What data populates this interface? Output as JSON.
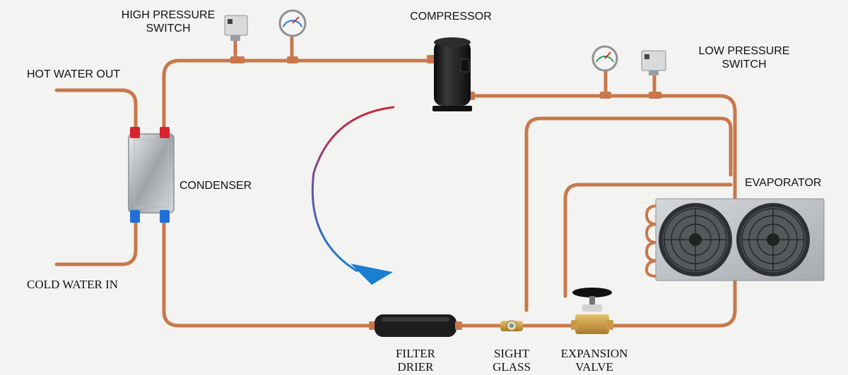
{
  "labels": {
    "high_pressure_switch": [
      "HIGH PRESSURE",
      "SWITCH"
    ],
    "compressor": "COMPRESSOR",
    "low_pressure_switch": [
      "LOW PRESSURE",
      "SWITCH"
    ],
    "hot_water_out": "HOT WATER OUT",
    "condenser": "CONDENSER",
    "evaporator": "EVAPORATOR",
    "cold_water_in": "COLD WATER IN",
    "filter_drier": [
      "FILTER",
      "DRIER"
    ],
    "sight_glass": [
      "SIGHT",
      "GLASS"
    ],
    "expansion_valve": [
      "EXPANSION",
      "VALVE"
    ]
  },
  "colors": {
    "copper_pipe": "#c8784a",
    "hot_side": "#d8242e",
    "cold_side": "#1f6fd6",
    "flow_arrow_start": "#c8283a",
    "flow_arrow_end": "#1a7fd0",
    "compressor_body": "#1b1b1b",
    "fan_panel": "#b9bcc0"
  },
  "icons": [
    "pressure-switch-icon",
    "pressure-gauge-icon",
    "compressor-icon",
    "plate-heat-exchanger-icon",
    "fan-icon",
    "filter-drier-icon",
    "sight-glass-icon",
    "expansion-valve-icon",
    "flow-direction-arrow-icon"
  ]
}
